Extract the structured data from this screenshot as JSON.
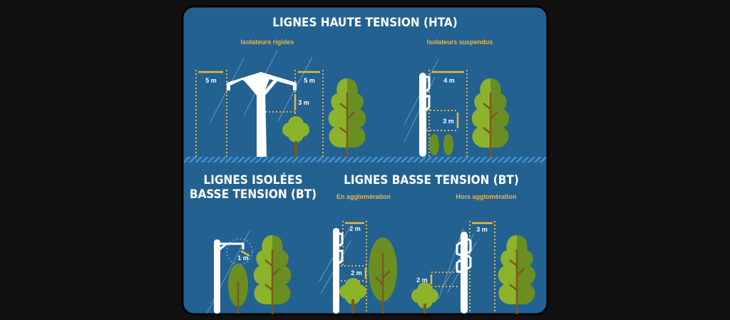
{
  "colors": {
    "panel": "#236190",
    "gold": "#e8b64c",
    "leaf_light": "#8cb32b",
    "leaf_dark": "#6b8e23",
    "trunk": "#7a5a1e",
    "ground": "#3d8fd0"
  },
  "hta": {
    "title": "LIGNES HAUTE TENSION (HTA)",
    "rigid": {
      "label": "Isolateurs rigides",
      "left_gap": "5 m",
      "right_gap": "5 m",
      "vertical_gap": "3 m"
    },
    "suspended": {
      "label": "Isolateurs suspendus",
      "horizontal_gap": "4 m",
      "vertical_gap": "3 m"
    }
  },
  "isolated_bt": {
    "title_line1": "LIGNES ISOLÉES",
    "title_line2": "BASSE TENSION (BT)",
    "radius": "1 m"
  },
  "bt": {
    "title": "LIGNES BASSE TENSION (BT)",
    "urban": {
      "label": "En agglomération",
      "horizontal_gap": "2 m",
      "vertical_gap": "2 m"
    },
    "rural": {
      "label": "Hors agglomération",
      "horizontal_gap": "3 m",
      "vertical_gap": "2 m"
    }
  }
}
